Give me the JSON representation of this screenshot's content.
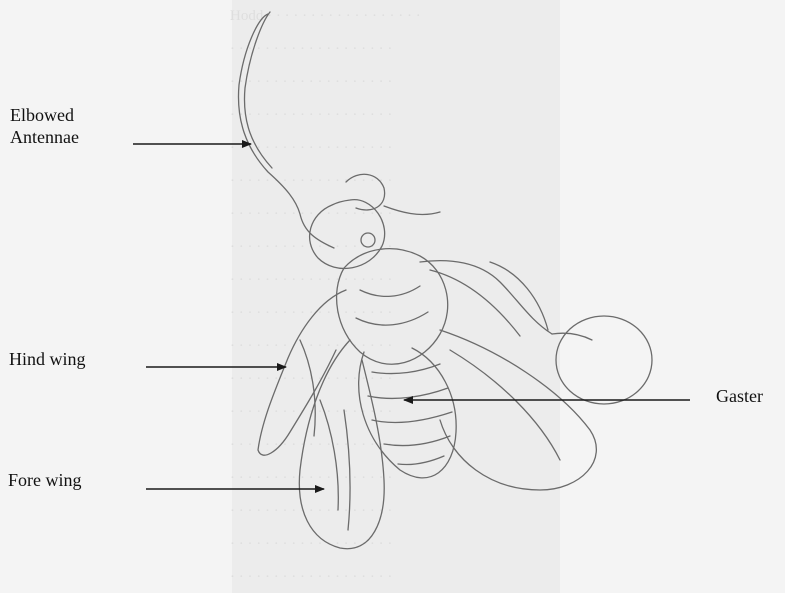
{
  "labels": {
    "antennae": "Elbowed\nAntennae",
    "hind_wing": "Hind wing",
    "fore_wing": "Fore wing",
    "gaster": "Gaster"
  },
  "colors": {
    "background": "#f4f4f4",
    "ink": "#1a1a1a",
    "sketch": "#6b6b6b"
  }
}
